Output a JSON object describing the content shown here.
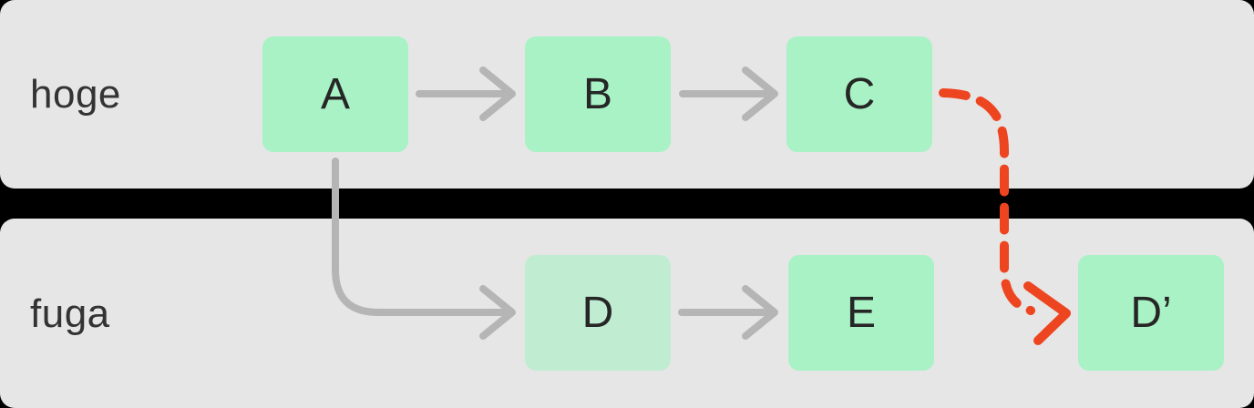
{
  "colors": {
    "page_bg": "#000000",
    "lane_fill": "#e6e6e6",
    "lane_label": "#333333",
    "node_text": "#262626",
    "node_fill_green": "#a9f2c5",
    "node_fill_light_green": "#c0edd1",
    "arrow_gray": "#b5b5b5",
    "arrow_red": "#ee4521"
  },
  "lanes": [
    {
      "label": "hoge"
    },
    {
      "label": "fuga"
    }
  ],
  "nodes": [
    {
      "id": "A",
      "label": "A",
      "lane": "hoge",
      "fill": "#a9f2c5"
    },
    {
      "id": "B",
      "label": "B",
      "lane": "hoge",
      "fill": "#a9f2c5"
    },
    {
      "id": "C",
      "label": "C",
      "lane": "hoge",
      "fill": "#a9f2c5"
    },
    {
      "id": "D",
      "label": "D",
      "lane": "fuga",
      "fill": "#c0edd1"
    },
    {
      "id": "E",
      "label": "E",
      "lane": "fuga",
      "fill": "#a9f2c5"
    },
    {
      "id": "D2",
      "label": "D’",
      "lane": "fuga",
      "fill": "#a9f2c5"
    }
  ],
  "edges": [
    {
      "from": "A",
      "to": "B",
      "style": "solid",
      "color": "#b5b5b5"
    },
    {
      "from": "B",
      "to": "C",
      "style": "solid",
      "color": "#b5b5b5"
    },
    {
      "from": "A",
      "to": "D",
      "style": "solid-elbow",
      "color": "#b5b5b5"
    },
    {
      "from": "D",
      "to": "E",
      "style": "solid",
      "color": "#b5b5b5"
    },
    {
      "from": "C",
      "to": "D2",
      "style": "dashed-curve",
      "color": "#ee4521"
    }
  ]
}
